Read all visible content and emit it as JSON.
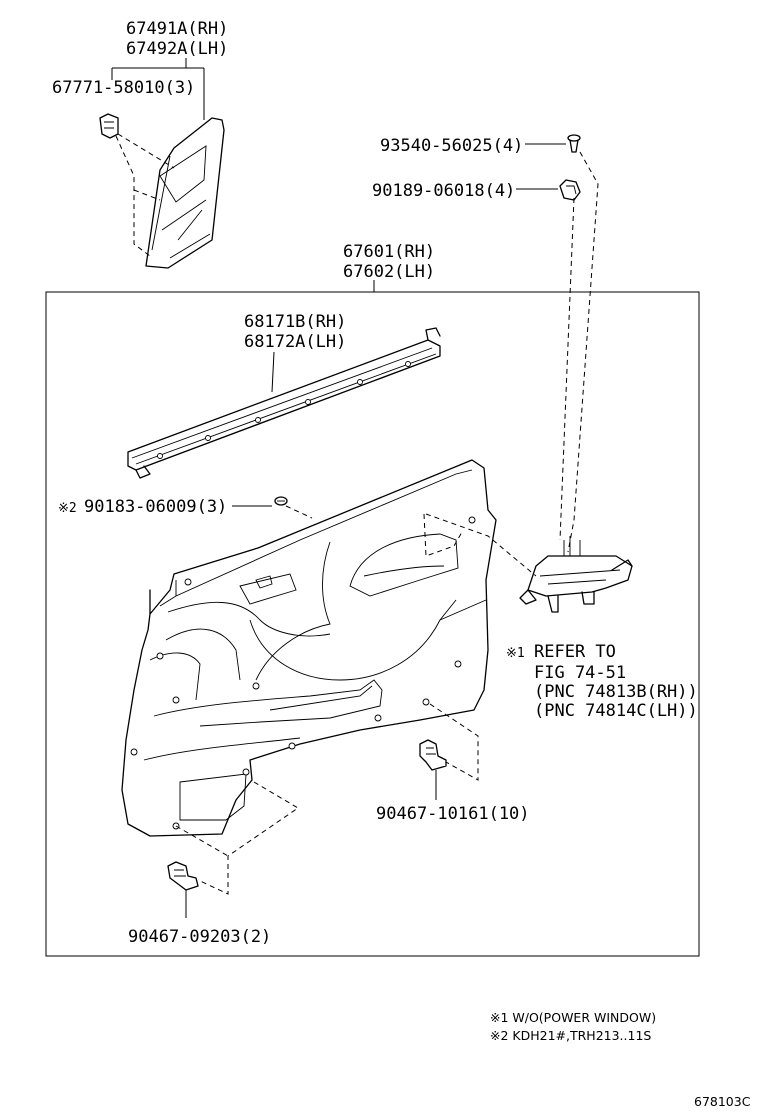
{
  "labels": {
    "trim_upper_rh": "67491A(RH)",
    "trim_upper_lh": "67492A(LH)",
    "clip_upper": "67771-58010(3)",
    "screw": "93540-56025(4)",
    "nut": "90189-06018(4)",
    "board_rh": "67601(RH)",
    "board_lh": "67602(LH)",
    "weatherstrip_rh": "68171B(RH)",
    "weatherstrip_lh": "68172A(LH)",
    "clip_mark": "※2",
    "clip_small": "90183-06009(3)",
    "refer_mark": "※1",
    "refer_1": "REFER TO",
    "refer_2": "FIG 74-51",
    "refer_3": "(PNC 74813B(RH))",
    "refer_4": "(PNC 74814C(LH))",
    "clip_main": "90467-10161(10)",
    "clip_lower": "90467-09203(2)"
  },
  "notes": {
    "note1": "※1 W/O(POWER WINDOW)",
    "note2": "※2 KDH21#,TRH213..11S"
  },
  "figure_id": "678103C"
}
